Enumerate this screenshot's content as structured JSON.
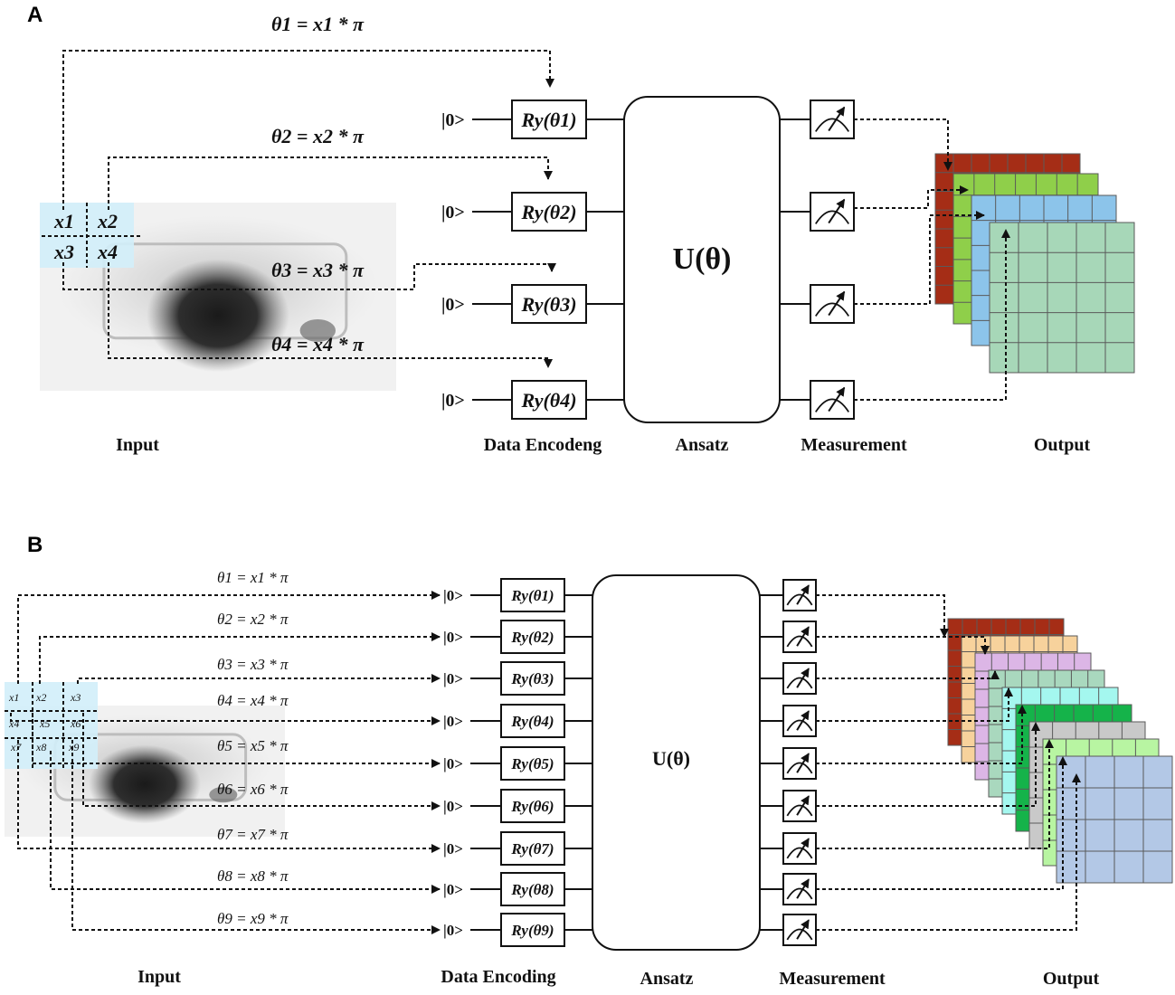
{
  "panels": [
    {
      "letter": "A",
      "stages": {
        "input": "Input",
        "encoding": "Data Encodeng",
        "ansatz": "Ansatz",
        "measurement": "Measurement",
        "output": "Output"
      },
      "ansatz_label": "U(θ)",
      "ket": "|0>",
      "pixels": [
        "x1",
        "x2",
        "x3",
        "x4"
      ],
      "encodings": [
        {
          "theta": "θ1 = x1 * π",
          "gate": "Ry(θ1)"
        },
        {
          "theta": "θ2 = x2 * π",
          "gate": "Ry(θ2)"
        },
        {
          "theta": "θ3 = x3 * π",
          "gate": "Ry(θ3)"
        },
        {
          "theta": "θ4 = x4 * π",
          "gate": "Ry(θ4)"
        }
      ],
      "output_colors": [
        "#a52d16",
        "#8fcf4a",
        "#8cc4ea",
        "#a7d7b8"
      ]
    },
    {
      "letter": "B",
      "stages": {
        "input": "Input",
        "encoding": "Data Encoding",
        "ansatz": "Ansatz",
        "measurement": "Measurement",
        "output": "Output"
      },
      "ansatz_label": "U(θ)",
      "ket": "|0>",
      "pixels": [
        "x1",
        "x2",
        "x3",
        "x4",
        "x5",
        "x6",
        "x7",
        "x8",
        "x9"
      ],
      "encodings": [
        {
          "theta": "θ1 = x1 * π",
          "gate": "Ry(θ1)"
        },
        {
          "theta": "θ2 = x2 * π",
          "gate": "Ry(θ2)"
        },
        {
          "theta": "θ3 = x3 * π",
          "gate": "Ry(θ3)"
        },
        {
          "theta": "θ4 = x4 * π",
          "gate": "Ry(θ4)"
        },
        {
          "theta": "θ5 = x5 * π",
          "gate": "Ry(θ5)"
        },
        {
          "theta": "θ6 = x6 * π",
          "gate": "Ry(θ6)"
        },
        {
          "theta": "θ7 = x7 * π",
          "gate": "Ry(θ7)"
        },
        {
          "theta": "θ8 = x8 * π",
          "gate": "Ry(θ8)"
        },
        {
          "theta": "θ9 = x9 * π",
          "gate": "Ry(θ9)"
        }
      ],
      "output_colors": [
        "#a52d16",
        "#f7d29c",
        "#dcb6e6",
        "#a9d8be",
        "#a4f7ef",
        "#15b34a",
        "#c9c9c9",
        "#b8f5a2",
        "#b3c8e6"
      ]
    }
  ]
}
